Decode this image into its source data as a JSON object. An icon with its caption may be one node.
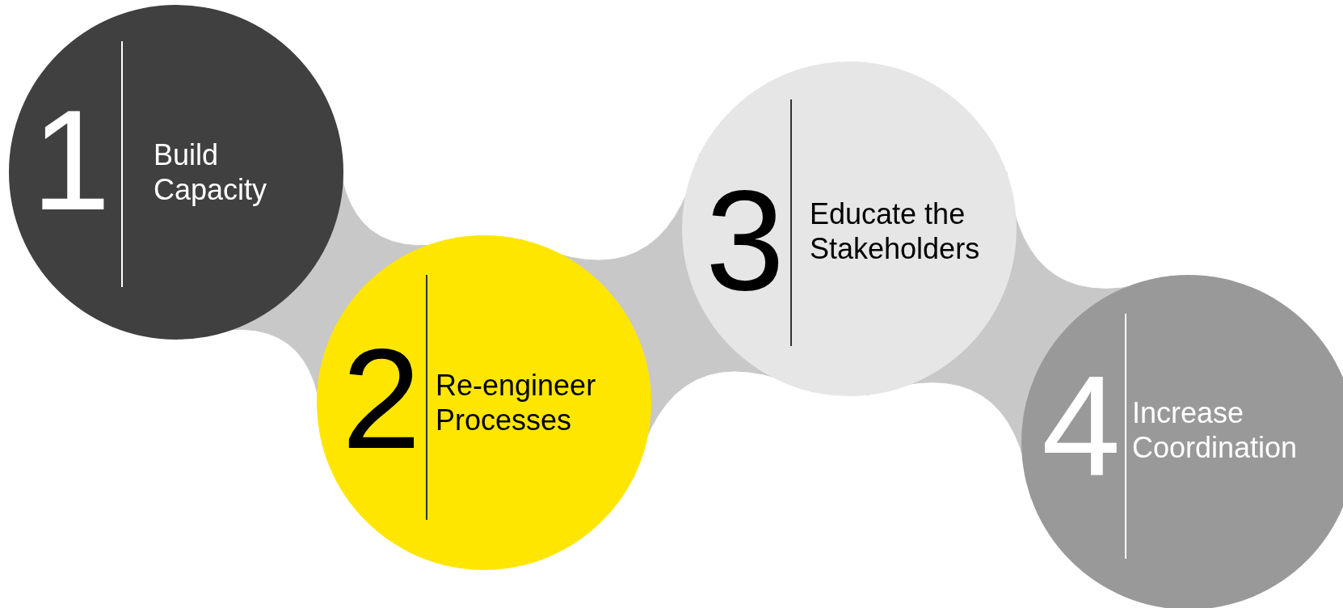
{
  "diagram": {
    "nodes": [
      {
        "text": [
          "1",
          "Build Capacity"
        ]
      },
      {
        "text": [
          "2",
          "Re-engineer Processes"
        ]
      },
      {
        "text": [
          "3",
          "Educate the Stakeholders"
        ]
      },
      {
        "text": [
          "4",
          "Increase Coordination"
        ]
      }
    ],
    "edges": [
      {
        "from": 0,
        "to": 1,
        "arrow": "none"
      },
      {
        "from": 1,
        "to": 2,
        "arrow": "none"
      },
      {
        "from": 2,
        "to": 3,
        "arrow": "none"
      }
    ]
  }
}
